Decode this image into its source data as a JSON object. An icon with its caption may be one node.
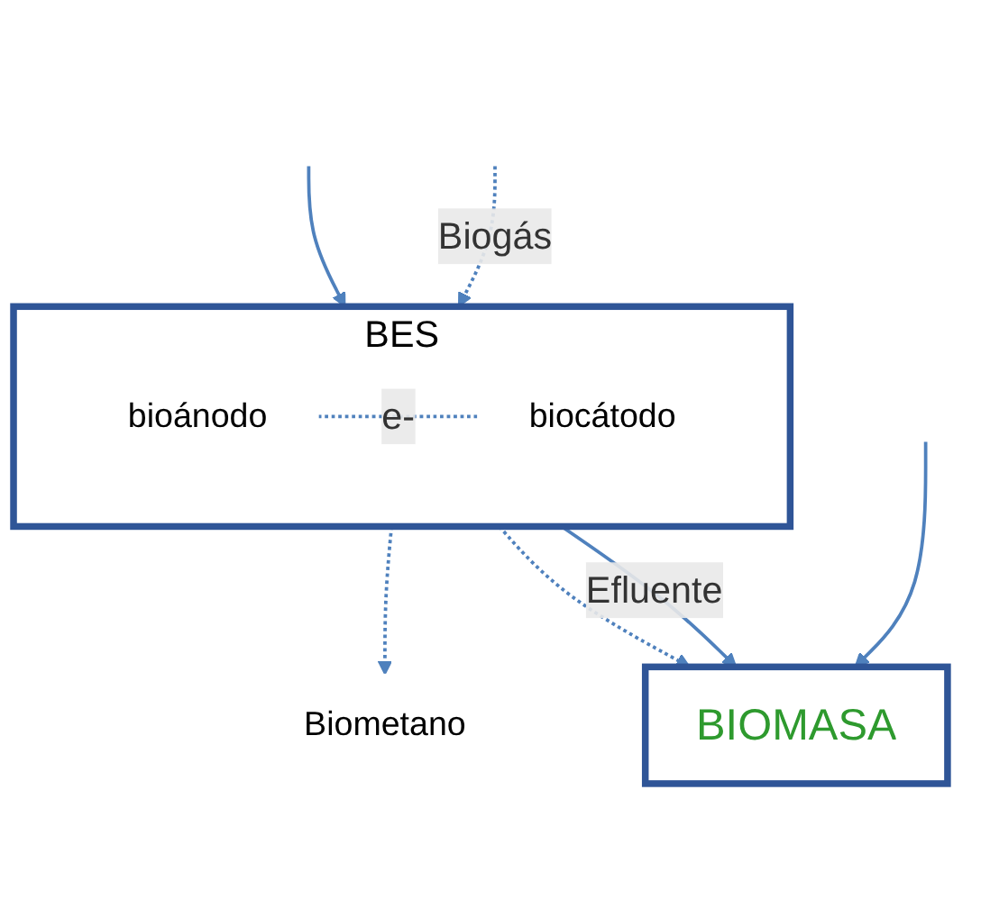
{
  "diagram": {
    "nodes": [
      {
        "text": [
          "BES"
        ]
      },
      {
        "text": [
          "bioánodo"
        ],
        "in": 0
      },
      {
        "text": [
          "biocátodo"
        ],
        "in": 0
      },
      {
        "text": [
          "Biometano"
        ]
      },
      {
        "text": [
          "BIOMASA"
        ]
      }
    ],
    "edges": [
      {
        "from": null,
        "to": 0,
        "arrow": "to"
      },
      {
        "from": null,
        "to": 0,
        "arrow": "to",
        "style": "dashed",
        "label": "Biogás"
      },
      {
        "from": 1,
        "to": 2,
        "arrow": "none",
        "style": "dashed",
        "label": "e-"
      },
      {
        "from": 0,
        "to": 3,
        "arrow": "to",
        "style": "dashed"
      },
      {
        "from": 0,
        "to": 4,
        "arrow": "to",
        "style": "dashed"
      },
      {
        "from": 0,
        "to": 4,
        "arrow": "to",
        "label": "Efluente"
      },
      {
        "from": null,
        "to": 4,
        "arrow": "to"
      }
    ]
  }
}
